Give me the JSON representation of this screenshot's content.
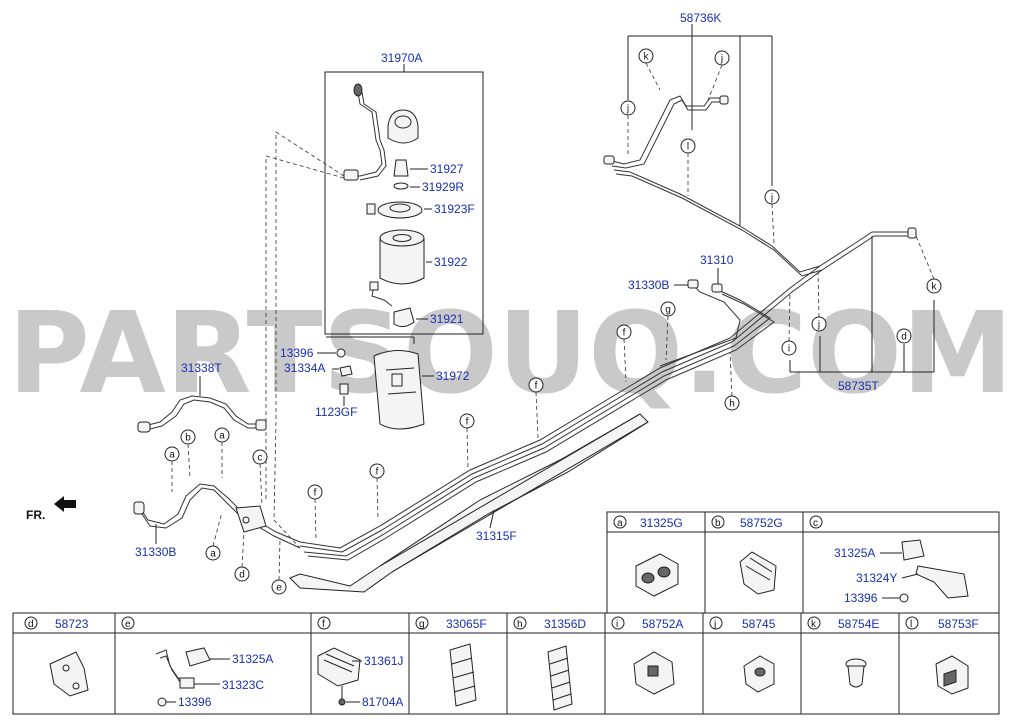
{
  "watermark": "PARTSOUQ.COM",
  "direction_label": "FR.",
  "main_labels": {
    "filter_assy": "31970A",
    "connector": "31927",
    "oring": "31929R",
    "cap": "31923F",
    "filter": "31922",
    "sensor": "31921",
    "bracket_bolt": "13396",
    "bracket_nut": "31334A",
    "bracket": "31972",
    "bolt": "1123GF",
    "hose_upper": "31338T",
    "hose_lower": "31330B",
    "tube_assy": "31310",
    "tube_end": "31330B",
    "protector": "31315F",
    "rear_tube": "58736K",
    "rear_tube2": "58735T"
  },
  "callouts": [
    "a",
    "b",
    "c",
    "d",
    "e",
    "f",
    "g",
    "h",
    "i",
    "j",
    "k"
  ],
  "legend_top": [
    {
      "letter": "a",
      "part": "31325G",
      "icon": "clip-block-icon"
    },
    {
      "letter": "b",
      "part": "58752G",
      "icon": "double-clip-icon"
    },
    {
      "letter": "c",
      "parts": [
        "31325A",
        "31324Y",
        "13396"
      ],
      "icon": "bracket-set-icon"
    }
  ],
  "legend_bottom": [
    {
      "letter": "d",
      "part": "58723",
      "icon": "mount-plate-icon"
    },
    {
      "letter": "e",
      "parts": [
        "31325A",
        "31323C",
        "13396"
      ],
      "icon": "hose-clip-set-icon"
    },
    {
      "letter": "f",
      "parts": [
        "31361J",
        "81704A"
      ],
      "icon": "pipe-clamp-icon"
    },
    {
      "letter": "g",
      "part": "33065F",
      "icon": "triple-clip-icon"
    },
    {
      "letter": "h",
      "part": "31356D",
      "icon": "quad-clip-icon"
    },
    {
      "letter": "i",
      "part": "58752A",
      "icon": "square-clip-icon"
    },
    {
      "letter": "j",
      "part": "58745",
      "icon": "single-clip-icon"
    },
    {
      "letter": "k",
      "part": "58754E",
      "icon": "grommet-icon"
    },
    {
      "letter": "l",
      "part": "58753F",
      "icon": "u-clip-icon"
    }
  ]
}
